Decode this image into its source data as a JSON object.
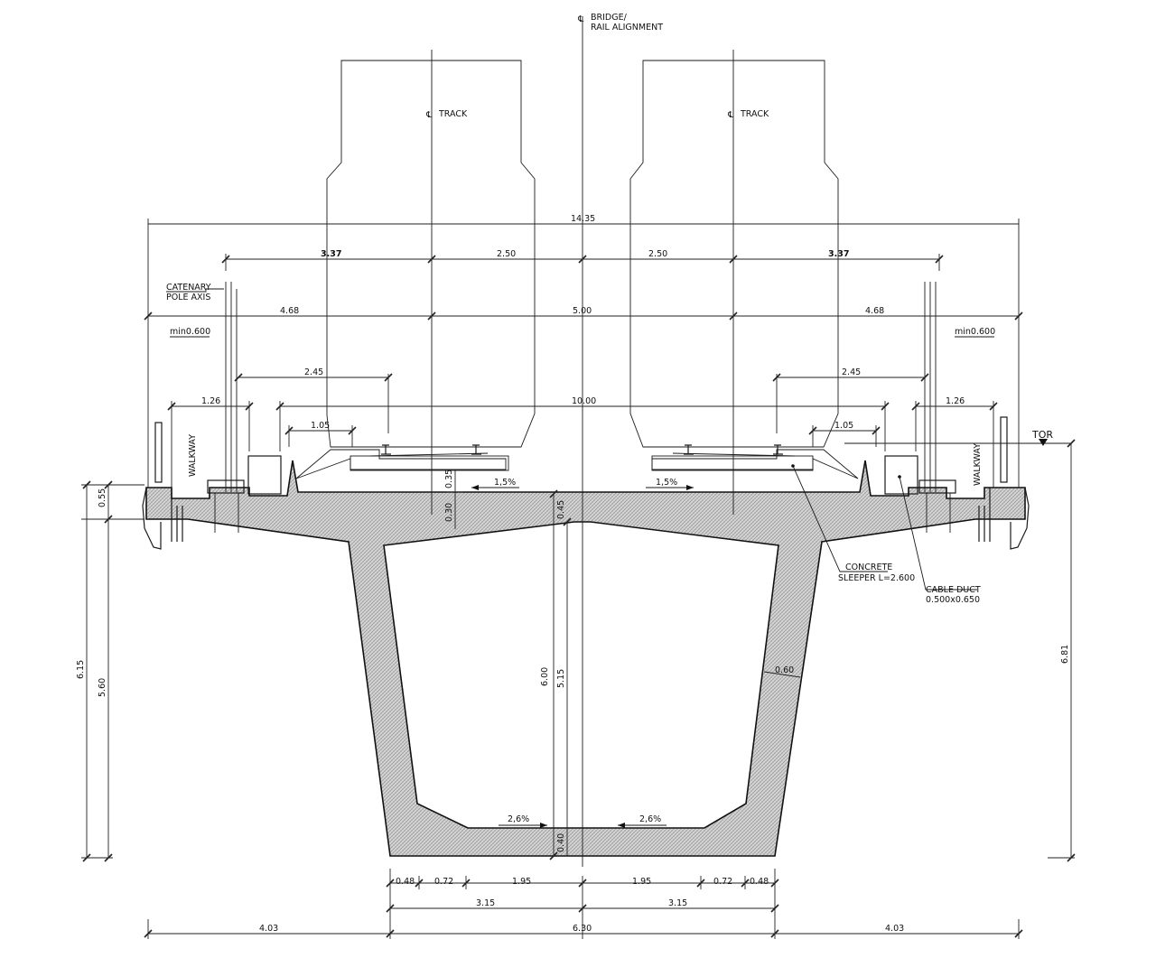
{
  "labels": {
    "cl_bridge_1": "BRIDGE/",
    "cl_bridge_2": "RAIL ALIGNMENT",
    "cl_track_left": "TRACK",
    "cl_track_right": "TRACK",
    "catenary_1": "CATENARY",
    "catenary_2": "POLE AXIS",
    "walkway_left": "WALKWAY",
    "walkway_right": "WALKWAY",
    "tor": "TOR",
    "sleeper_1": "CONCRETE",
    "sleeper_2": "SLEEPER L=2.600",
    "duct_1": "CABLE DUCT",
    "duct_2": "0.500x0.650",
    "min_left": "min0.600",
    "min_right": "min0.600",
    "slope_deck_left": "1,5%",
    "slope_deck_right": "1,5%",
    "slope_bottom_left": "2,6%",
    "slope_bottom_right": "2,6%",
    "centerline_symbol": "℄"
  },
  "dimensions": {
    "overall_width": "14.35",
    "left_337": "3.37",
    "left_250": "2.50",
    "right_250": "2.50",
    "right_337": "3.37",
    "left_468": "4.68",
    "center_500": "5.00",
    "right_468": "4.68",
    "left_245": "2.45",
    "right_245": "2.45",
    "left_126": "1.26",
    "right_126": "1.26",
    "center_1000": "10.00",
    "left_105": "1.05",
    "right_105": "1.05",
    "h_055": "0.55",
    "h_615": "6.15",
    "h_560": "5.60",
    "h_681": "6.81",
    "h_035": "0.35",
    "h_030": "0.30",
    "h_045": "0.45",
    "h_600": "6.00",
    "h_515": "5.15",
    "h_040": "0.40",
    "web_060": "0.60",
    "b_048_l": "0.48",
    "b_072_l": "0.72",
    "b_195_l": "1.95",
    "b_195_r": "1.95",
    "b_072_r": "0.72",
    "b_048_r": "0.48",
    "b_315_l": "3.15",
    "b_315_r": "3.15",
    "b_403_l": "4.03",
    "b_630": "6.30",
    "b_403_r": "4.03"
  }
}
